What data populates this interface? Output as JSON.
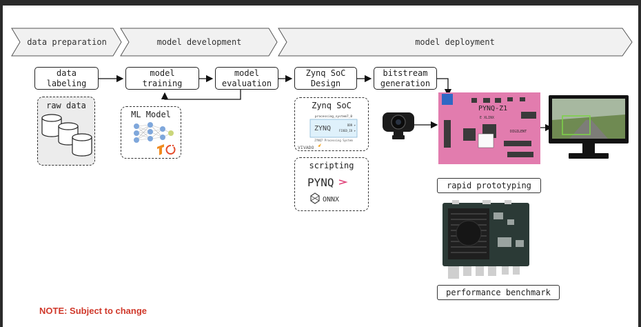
{
  "phases": [
    {
      "label": "data preparation"
    },
    {
      "label": "model development"
    },
    {
      "label": "model deployment"
    }
  ],
  "steps": {
    "data_labeling": "data\nlabeling",
    "model_training": "model\ntraining",
    "model_evaluation": "model\nevaluation",
    "zynq_soc_design": "Zynq SoC\nDesign",
    "bitstream_generation": "bitstream\ngeneration"
  },
  "groups": {
    "raw_data": "raw data",
    "ml_model": "ML Model",
    "zynq_soc": "Zynq SoC",
    "scripting": "scripting"
  },
  "zynq_block": {
    "instance": "processing_system7_0",
    "logo": "ZYNQ",
    "port1": "DDR +",
    "port2": "FIXED_IO +",
    "caption": "ZYNQ7 Processing System",
    "vendor": "VIVADO"
  },
  "logos": {
    "pynq": "PYNQ",
    "onnx": "ONNX"
  },
  "board": {
    "name": "PYNQ-Z1",
    "vendor": "E XLINX",
    "brand": "DIGILENT"
  },
  "outputs": {
    "rapid_prototyping": "rapid prototyping",
    "performance_benchmark": "performance benchmark"
  },
  "note": "NOTE: Subject to change",
  "colors": {
    "board_pink": "#e27cae",
    "note_red": "#d0392b",
    "box_fill_gray": "#ececec",
    "detection_box": "#7dd14a"
  }
}
